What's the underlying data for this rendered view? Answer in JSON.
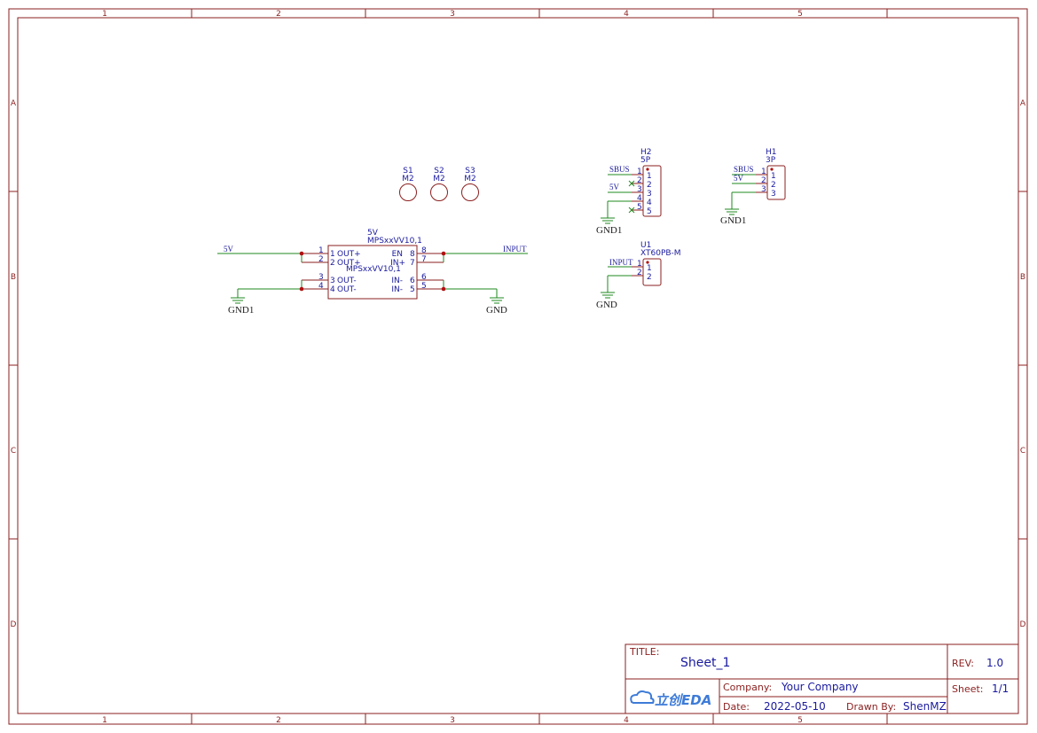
{
  "border": {
    "columns": [
      "1",
      "2",
      "3",
      "4",
      "5"
    ],
    "rows": [
      "A",
      "B",
      "C",
      "D"
    ]
  },
  "components": {
    "s1": {
      "designator": "S1",
      "value": "M2"
    },
    "s2": {
      "designator": "S2",
      "value": "M2"
    },
    "s3": {
      "designator": "S3",
      "value": "M2"
    },
    "h2": {
      "designator": "H2",
      "value": "5P",
      "pins": [
        "1",
        "2",
        "3",
        "4",
        "5"
      ]
    },
    "h1": {
      "designator": "H1",
      "value": "3P",
      "pins": [
        "1",
        "2",
        "3"
      ]
    },
    "u1": {
      "designator": "U1",
      "value": "XT60PB-M",
      "pins": [
        "1",
        "2"
      ]
    },
    "mps": {
      "designator": "5V",
      "value": "MPSxxVV10,1",
      "body_label": "MPSxxVV10,1",
      "left_pins": [
        {
          "num": "1",
          "name": "OUT+"
        },
        {
          "num": "2",
          "name": "OUT+"
        },
        {
          "num": "3",
          "name": "OUT-"
        },
        {
          "num": "4",
          "name": "OUT-"
        }
      ],
      "right_pins": [
        {
          "num": "8",
          "name": "EN"
        },
        {
          "num": "7",
          "name": "IN+"
        },
        {
          "num": "6",
          "name": "IN-"
        },
        {
          "num": "5",
          "name": "IN-"
        }
      ]
    }
  },
  "nets": {
    "mps_5v": "5V",
    "mps_input": "INPUT",
    "mps_gnd1": "GND1",
    "mps_gnd": "GND",
    "h2_sbus": "SBUS",
    "h2_5v": "5V",
    "h2_gnd1": "GND1",
    "h1_sbus": "SBUS",
    "h1_5v": "5V",
    "h1_gnd1": "GND1",
    "u1_input": "INPUT",
    "u1_gnd": "GND"
  },
  "title_block": {
    "title_label": "TITLE:",
    "title": "Sheet_1",
    "rev_label": "REV:",
    "rev": "1.0",
    "company_label": "Company:",
    "company": "Your Company",
    "sheet_label": "Sheet:",
    "sheet": "1/1",
    "date_label": "Date:",
    "date": "2022-05-10",
    "drawn_label": "Drawn By:",
    "drawn": "ShenMZ",
    "logo": "立创EDA"
  },
  "colors": {
    "frame": "#8b1f1f",
    "wire": "#1f8a1f",
    "text": "#1a1a9e",
    "junction": "#b01010"
  }
}
